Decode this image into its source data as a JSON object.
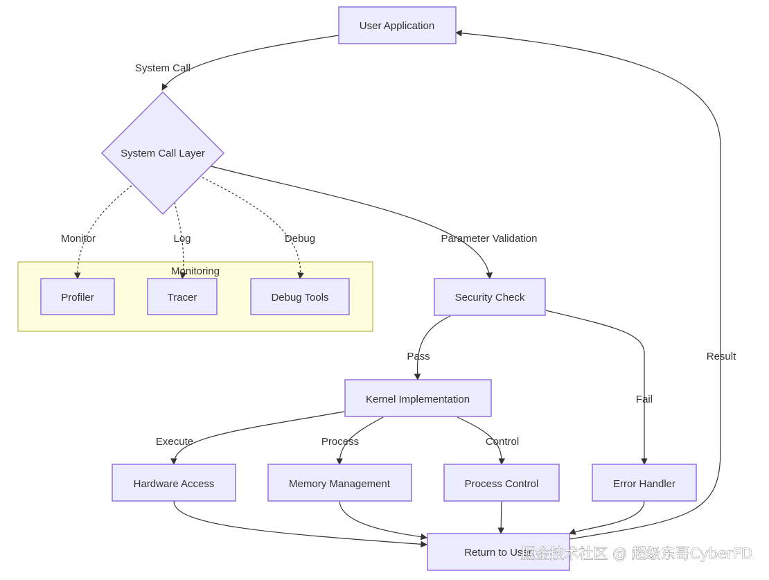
{
  "nodes": {
    "user_application": "User Application",
    "system_call_layer": "System Call Layer",
    "profiler": "Profiler",
    "tracer": "Tracer",
    "debug_tools": "Debug Tools",
    "security_check": "Security Check",
    "kernel_implementation": "Kernel Implementation",
    "hardware_access": "Hardware Access",
    "memory_management": "Memory Management",
    "process_control": "Process Control",
    "error_handler": "Error Handler",
    "return_to_user": "Return to User"
  },
  "subgraph": {
    "monitoring": "Monitoring"
  },
  "edges": {
    "system_call": "System Call",
    "monitor": "Monitor",
    "log": "Log",
    "debug": "Debug",
    "parameter_validation": "Parameter Validation",
    "pass": "Pass",
    "fail": "Fail",
    "execute": "Execute",
    "process": "Process",
    "control": "Control",
    "result": "Result"
  },
  "watermark": "掘金技术社区 @ 超级东哥CyberFD",
  "colors": {
    "node_fill": "#ECECFF",
    "node_stroke": "#9370DB",
    "subgraph_fill": "#FFFFDE",
    "subgraph_stroke": "#AAAA33",
    "edge": "#333333"
  }
}
